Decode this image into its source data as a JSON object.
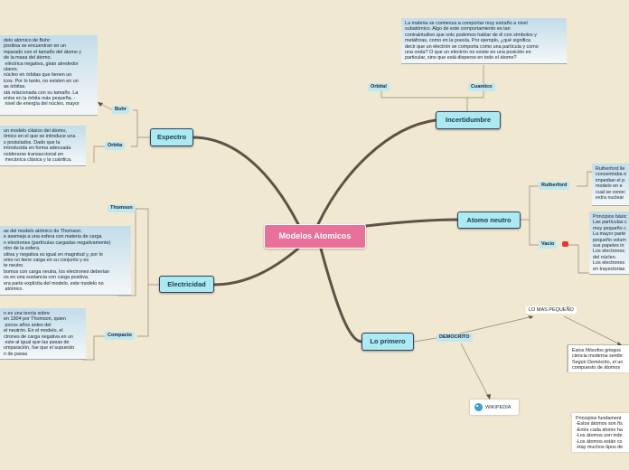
{
  "central": "Modelos Atomicos",
  "branches": {
    "incertidumbre": "Incertidumbre",
    "atomo_neutro": "Atomo neutro",
    "espectro": "Espectro",
    "electricidad": "Electricidad",
    "lo_primero": "Lo primero"
  },
  "subtopics": {
    "orbital": "Orbital",
    "cuantico": "Cuantico",
    "rutherford": "Rutherford",
    "vacio": "Vacio",
    "bohr": "Bohr",
    "orbita": "Orbita",
    "thomson": "Thomson",
    "compacto": "Compacto",
    "democrito": "DEMOCRITO"
  },
  "notes": {
    "cuantico": "La materia se comienza a comportar muy extraño a nivel\nsubatómico. Algo de este comportamiento es tan\ncontraintuitivo que solo podemos hablar de él con símbolos y\nmetáforas, como en la poesía. Por ejemplo, ¿qué significa\ndecir que un electrón se comporta como una partícula y como\nuna onda? O que un electrón no existe en una posición en\nparticular, sino que está disperso en todo el átomo?",
    "bohr": "delo atómico de Bohr:\npositiva se encuentran en un\nmparado con el tamaño del átomo y\nde la masa del átomo.\n eléctrica negativa, giran alrededor\nulares.\nnúcleo en órbitas que tienen un\nicos. Por lo tanto, no existen en un\nas órbitas.\nstá relacionada con su tamaño. La\nentra en la órbita más pequeña. -\n nivel de energía del núcleo, mayor",
    "orbita": "un modelo clásico del átomo,\nómico en el que se introduce una\ns postulados. Dado que la\nintroducida en forma adecuada\nnsiderarse transaccional en\n mecánica clásica y la cuántica.",
    "rutherford": "Rutherford lle\nconcentraba e\nimpedian el p\nmodelo en e\ncual se conoc\nextra nuclear",
    "vacio": "Principios básic\nLas partículas c\nmuy pequeño c\nLa mayor parte\npequeño volum\nsus papeles in\nLos electrones\ndel núcleo.\nLos electrones\nen trayectorias",
    "thomson": "as del modelo atómico de Thomson.\ne asemeja a una esfera con materia de carga\nn electrones (partículas cargadas negativamente)\nntro de la esfera.\nsitiva y negativa es igual en magnitud y, por lo\nomo no tiene carga en su conjunto y es\nte neutro.\nbomos con carga neutra, los electrones deberían\nos en una sustancia con carga positiva.\nera parte explícita del modelo, este modelo no\n atómico.",
    "compacto": "n es una teoría sobre\nen 1904 por Thomson, quien\n pocos años antes del\nel neutrón. En el modelo, el\nctrones de carga negativa en un\n este al igual que las pasas de\nomparación, fue que el supuesto\nn de pasas",
    "lo_mas_pequeno_label": "LO MAS PEQUEÑO",
    "filosofos": "Estos filósofos griegos \nciencia moderna sembr\nSegún Demócrito, el un\ncompuesto de átomos",
    "principios": "Principios fundament\n-Estos átomos son fís\n-Entre cada átomo ha\n-Los átomos son inde\n-Los átomos están co\n-Hay muchos tipos de",
    "wikipedia": "WIKIPEDIA"
  },
  "colors": {
    "background": "#f1e8d2",
    "central": "#e8709a",
    "branch": "#aaeaf0",
    "connector": "#5b5345",
    "flag": "#e33333"
  }
}
